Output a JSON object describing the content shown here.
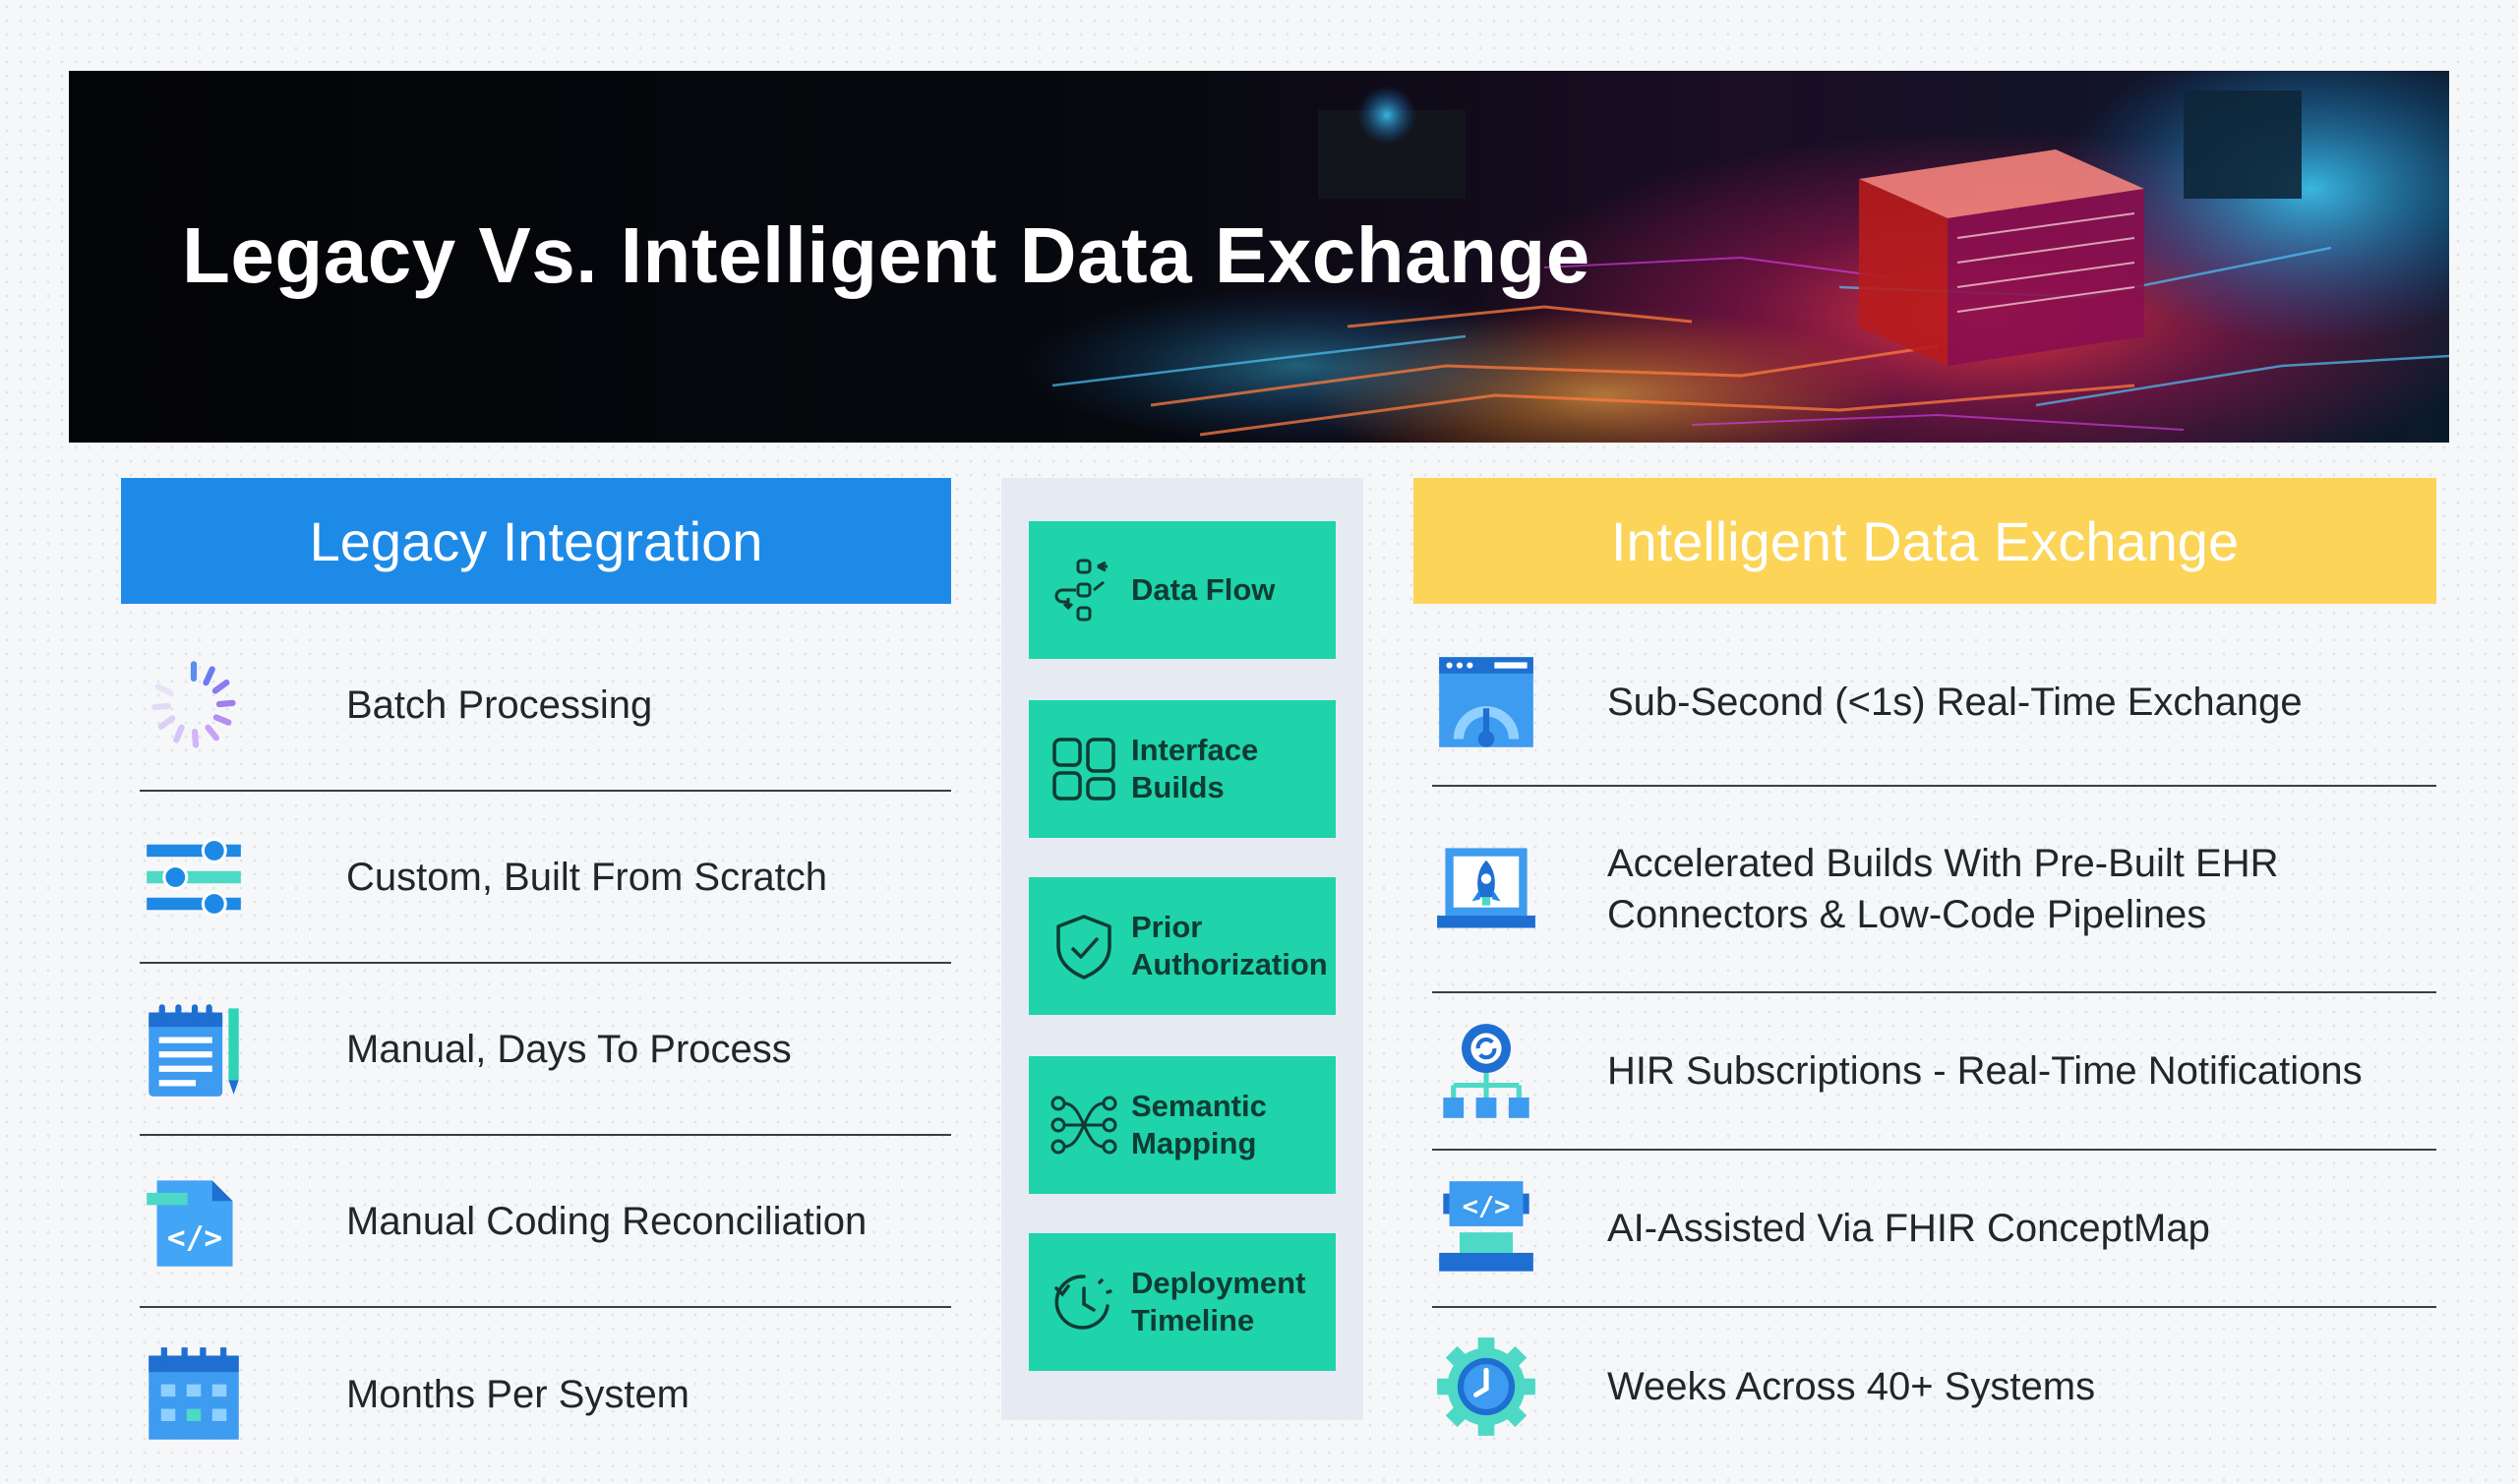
{
  "banner": {
    "title": "Legacy Vs. Intelligent Data Exchange"
  },
  "legacy": {
    "header": "Legacy Integration",
    "rows": [
      {
        "text": "Batch Processing",
        "icon": "loading-spinner-icon"
      },
      {
        "text": "Custom, Built From Scratch",
        "icon": "sliders-icon"
      },
      {
        "text": "Manual, Days To Process",
        "icon": "notepad-pencil-icon"
      },
      {
        "text": "Manual Coding Reconciliation",
        "icon": "code-file-icon"
      },
      {
        "text": "Months Per System",
        "icon": "calendar-icon"
      }
    ]
  },
  "center": {
    "items": [
      {
        "label": "Data Flow",
        "icon": "data-flow-icon"
      },
      {
        "label": "Interface\nBuilds",
        "icon": "interface-grid-icon"
      },
      {
        "label": "Prior\nAuthorization",
        "icon": "shield-check-icon"
      },
      {
        "label": "Semantic\nMapping",
        "icon": "network-nodes-icon"
      },
      {
        "label": "Deployment\nTimeline",
        "icon": "clock-refresh-icon"
      }
    ]
  },
  "intelligent": {
    "header": "Intelligent Data Exchange",
    "rows": [
      {
        "text": "Sub-Second (<1s) Real-Time Exchange",
        "icon": "speed-gauge-icon"
      },
      {
        "text": "Accelerated Builds With Pre-Built EHR\nConnectors & Low-Code Pipelines",
        "icon": "rocket-laptop-icon"
      },
      {
        "text": "HIR Subscriptions - Real-Time Notifications",
        "icon": "hierarchy-sync-icon"
      },
      {
        "text": "AI-Assisted Via FHIR ConceptMap",
        "icon": "code-robot-icon"
      },
      {
        "text": "Weeks Across 40+ Systems",
        "icon": "gear-clock-icon"
      }
    ]
  },
  "colors": {
    "legacy_header": "#1e8ae8",
    "intelligent_header": "#fcd457",
    "card": "#1fd3ab",
    "strip": "#e6eaf3"
  }
}
